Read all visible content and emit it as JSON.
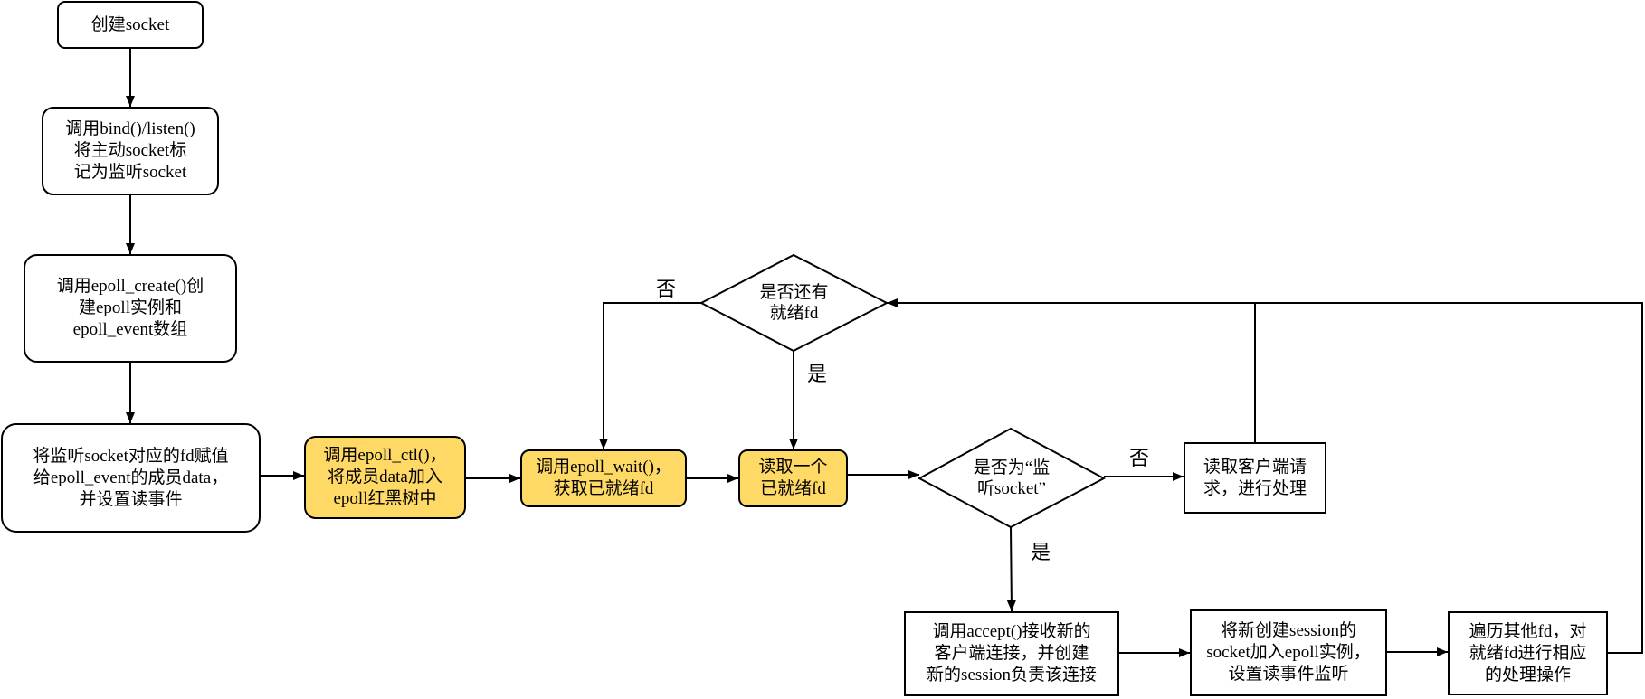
{
  "colors": {
    "highlight": "#FFD966",
    "line": "#000000",
    "box_fill": "#FFFFFF"
  },
  "steps": {
    "create_socket": {
      "lines": [
        "创建socket"
      ]
    },
    "bind_listen": {
      "lines": [
        "调用bind()/listen()",
        "将主动socket标",
        "记为监听socket"
      ]
    },
    "epoll_create": {
      "lines": [
        "调用epoll_create()创",
        "建epoll实例和",
        "epoll_event数组"
      ]
    },
    "assign_fd": {
      "lines": [
        "将监听socket对应的fd赋值",
        "给epoll_event的成员data，",
        "并设置读事件"
      ]
    },
    "epoll_ctl": {
      "lines": [
        "调用epoll_ctl()，",
        "将成员data加入",
        "epoll红黑树中"
      ]
    },
    "epoll_wait": {
      "lines": [
        "调用epoll_wait()，",
        "获取已就绪fd"
      ]
    },
    "read_ready_fd": {
      "lines": [
        "读取一个",
        "已就绪fd"
      ]
    },
    "handle_client": {
      "lines": [
        "读取客户端请",
        "求，进行处理"
      ]
    },
    "accept_conn": {
      "lines": [
        "调用accept()接收新的",
        "客户端连接，并创建",
        "新的session负责该连接"
      ]
    },
    "add_session": {
      "lines": [
        "将新创建session的",
        "socket加入epoll实例，",
        "设置读事件监听"
      ]
    },
    "traverse_fds": {
      "lines": [
        "遍历其他fd，对",
        "就绪fd进行相应",
        "的处理操作"
      ]
    }
  },
  "decisions": {
    "more_ready_fd": {
      "lines": [
        "是否还有",
        "就绪fd"
      ]
    },
    "is_listen_socket": {
      "lines": [
        "是否为“监",
        "听socket”"
      ]
    }
  },
  "edge_labels": {
    "more_ready_no": "否",
    "more_ready_yes": "是",
    "listen_no": "否",
    "listen_yes": "是"
  }
}
